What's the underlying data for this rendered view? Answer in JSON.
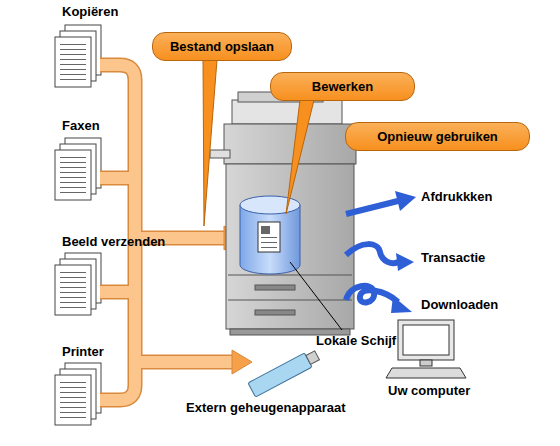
{
  "diagram": {
    "nodes": [
      {
        "text": [
          "Bestand opslaan"
        ]
      },
      {
        "text": [
          "Bewerken"
        ]
      },
      {
        "text": [
          "Opnieuw gebruiken"
        ]
      }
    ],
    "labels": [
      "Kopiëren",
      "Faxen",
      "Beeld verzenden",
      "Printer",
      "Afdrukkken",
      "Transactie",
      "Downloaden",
      "Lokale Schijf",
      "Uw computer",
      "Extern geheugenapparaat"
    ]
  }
}
